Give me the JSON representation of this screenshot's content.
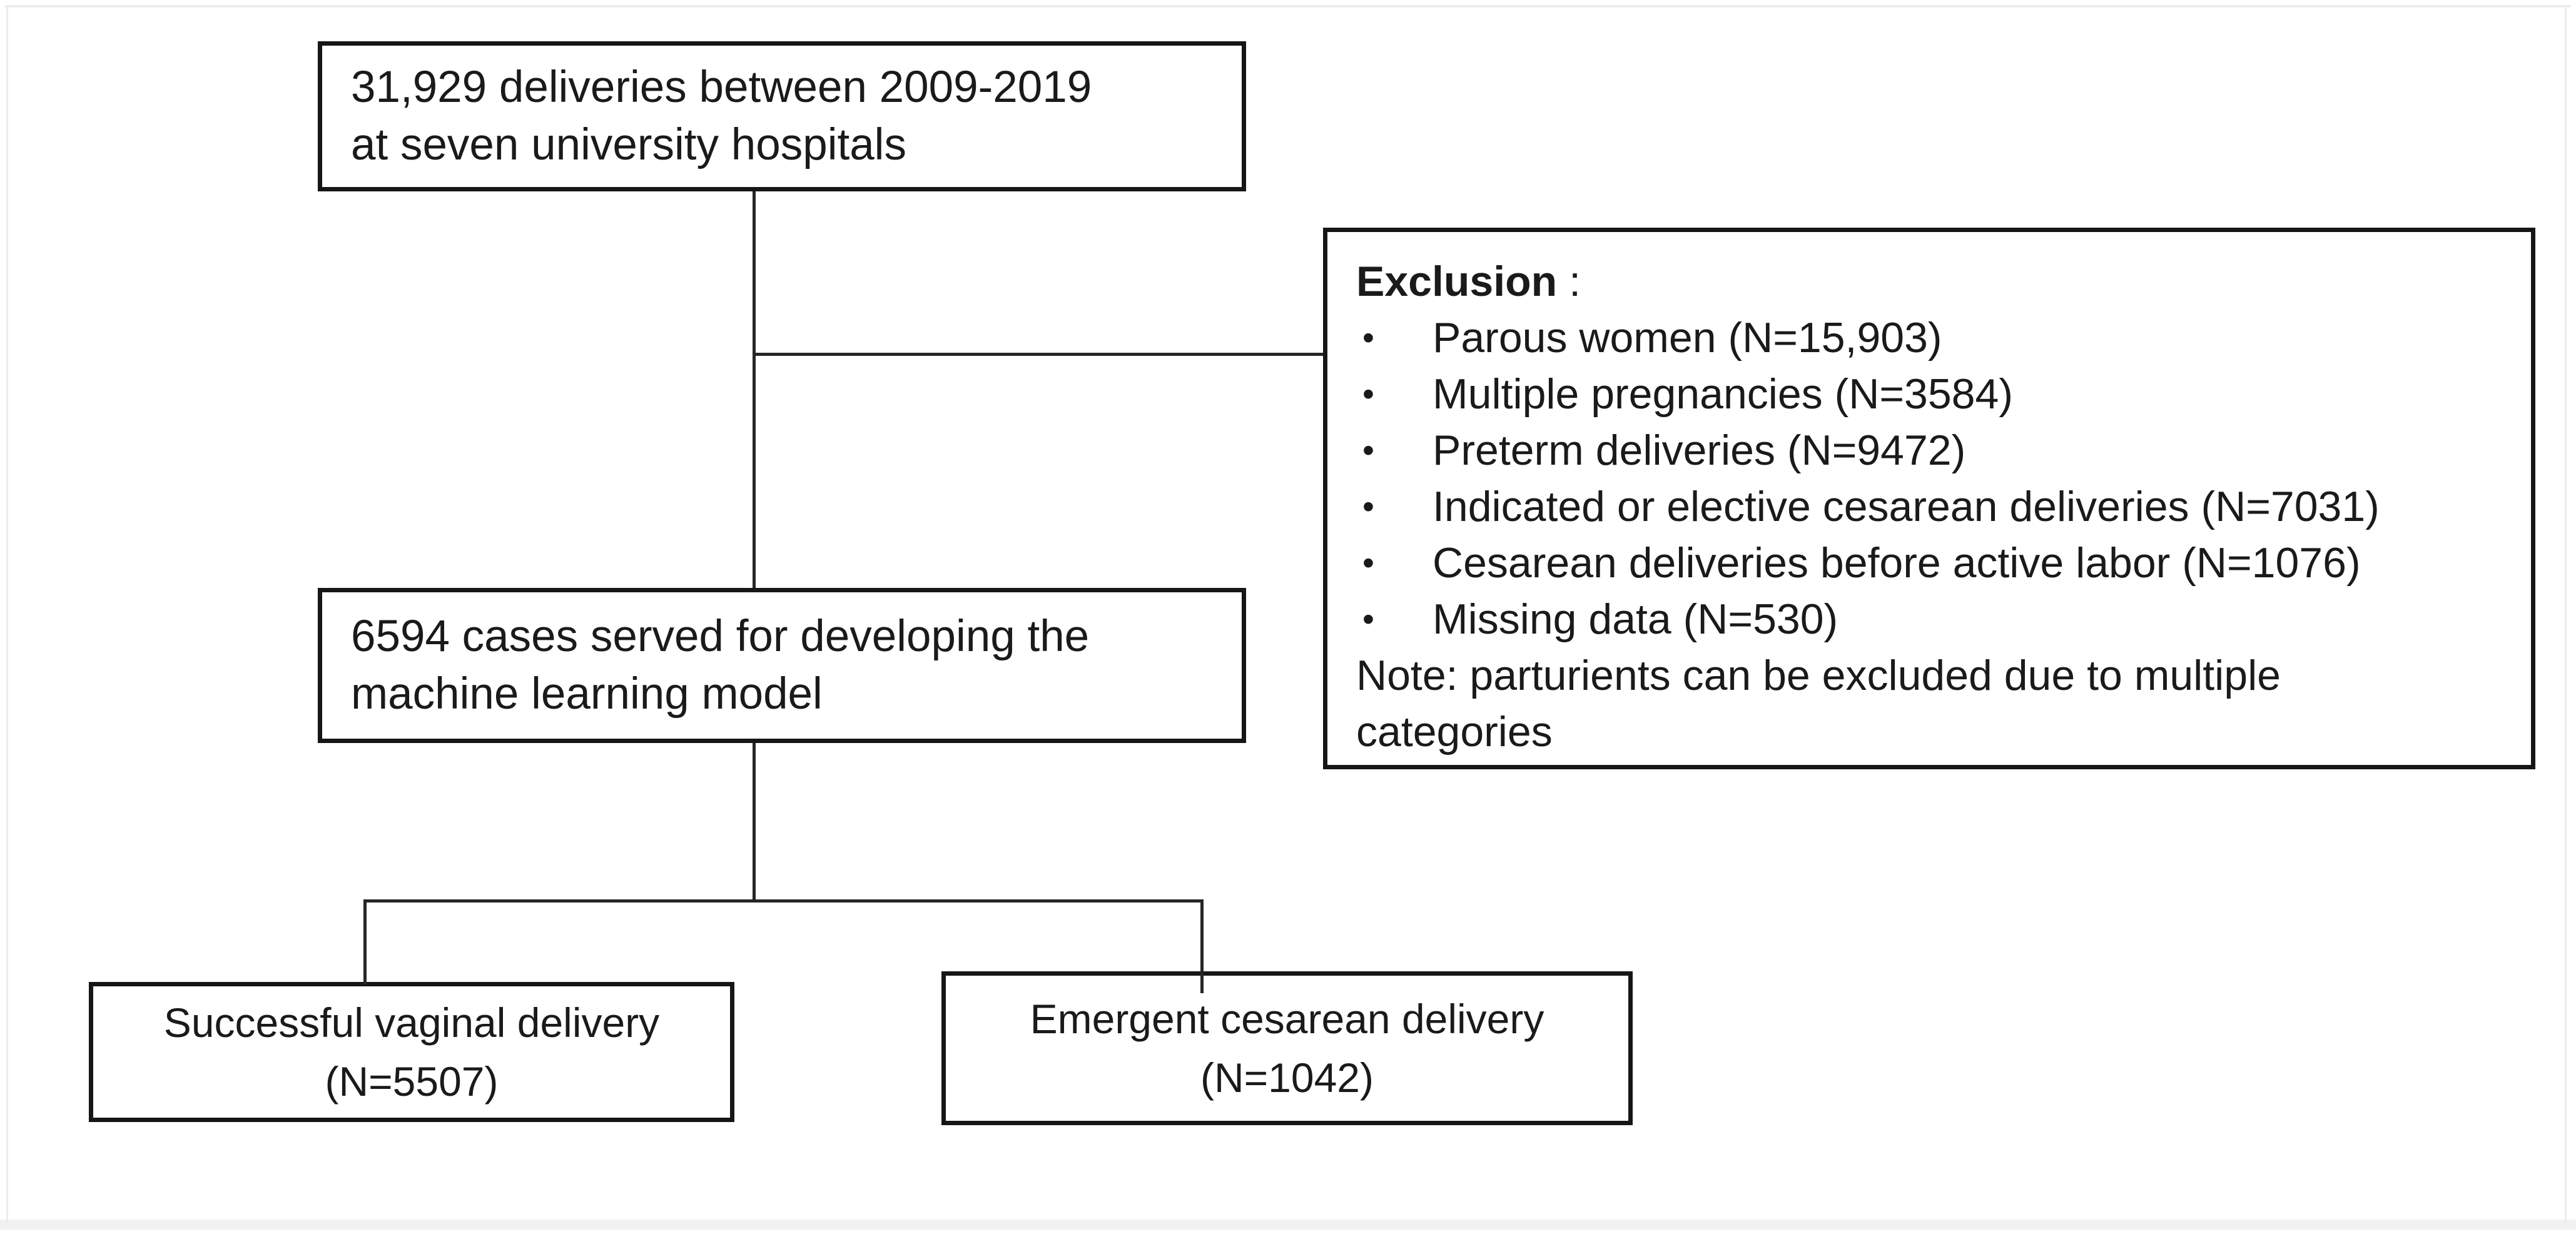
{
  "diagram": {
    "total_box": {
      "line1": "31,929 deliveries between 2009-2019",
      "line2": "at seven university hospitals"
    },
    "exclusion_box": {
      "heading": "Exclusion",
      "heading_suffix": " :",
      "bullet": "•",
      "items": [
        "Parous women (N=15,903)",
        "Multiple pregnancies (N=3584)",
        "Preterm deliveries (N=9472)",
        "Indicated or elective cesarean deliveries (N=7031)",
        "Cesarean deliveries before active labor (N=1076)",
        "Missing data (N=530)"
      ],
      "note_line1": "Note: parturients can be excluded due to multiple",
      "note_line2": "categories"
    },
    "cohort_box": {
      "line1": "6594 cases served for developing the",
      "line2": "machine learning model"
    },
    "vaginal_box": {
      "line1": "Successful vaginal delivery",
      "line2": "(N=5507)"
    },
    "cesarean_box": {
      "line1": "Emergent cesarean delivery",
      "line2": "(N=1042)"
    },
    "colors": {
      "box_border": "#161616",
      "text": "#1a1a1a",
      "connector": "#262626",
      "frame": "#ededed"
    }
  }
}
